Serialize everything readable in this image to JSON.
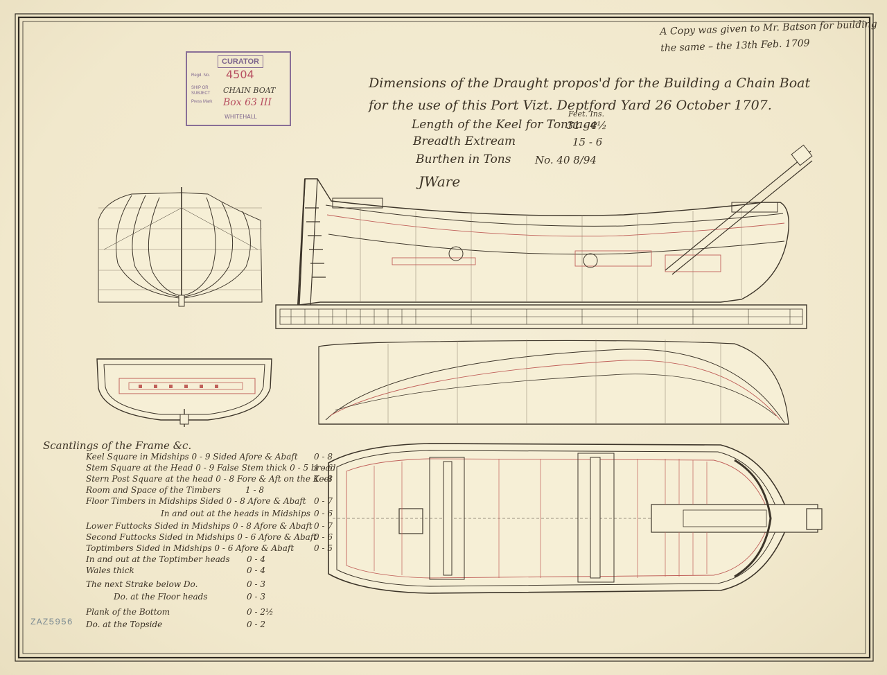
{
  "annotation": {
    "line1": "A Copy was given to Mr. Batson for building",
    "line2": "the same – the 13th Feb. 1709"
  },
  "stamp": {
    "title": "CURATOR",
    "label_regd": "Regd. No.",
    "label_ship": "SHIP OR",
    "label_subject": "SUBJECT",
    "label_press": "Press Mark",
    "regd_no": "4504",
    "subject": "CHAIN BOAT",
    "press_mark": "Box 63 III",
    "footer": "WHITEHALL"
  },
  "title": {
    "line1": "Dimensions of the Draught propos'd for the Building a Chain Boat",
    "line2": "for the use of this Port Vizt.   Deptford Yard 26 October 1707."
  },
  "dimensions": {
    "col_header": "Feet. Ins.",
    "rows": [
      {
        "label": "Length of the Keel for Tonnage",
        "value": "31 - 4½"
      },
      {
        "label": "Breadth Extream",
        "value": "15 - 6"
      },
      {
        "label": "Burthen in Tons",
        "value": "No. 40 8/94"
      }
    ],
    "signature": "JWare"
  },
  "scantlings": {
    "title": "Scantlings of the Frame &c.",
    "rows": [
      {
        "label": "Keel Square in Midships  0 - 9  Sided Afore & Abaft",
        "value": "0 - 8"
      },
      {
        "label": "Stem Square at the Head  0 - 9  False Stem thick 0 - 5 broad",
        "value": "1 - 6"
      },
      {
        "label": "Stern Post Square at the head  0 - 8  Fore & Aft on the Keel",
        "value": "1 - 8"
      },
      {
        "label": "Room and Space of the Timbers",
        "value": "1 - 8"
      },
      {
        "label": "Floor Timbers in Midships Sided 0 - 8  Afore & Abaft",
        "value": "0 - 7"
      },
      {
        "label": "In and out at the heads in Midships",
        "value": "0 - 6"
      },
      {
        "label": "Lower Futtocks Sided in Midships  0 - 8  Afore & Abaft",
        "value": "0 - 7"
      },
      {
        "label": "Second Futtocks Sided in Midships  0 - 6  Afore & Abaft",
        "value": "0 - 6"
      },
      {
        "label": "Toptimbers Sided in Midships  0 - 6  Afore & Abaft",
        "value": "0 - 5"
      },
      {
        "label": "In and out at the Toptimber heads",
        "value": "0 - 4"
      },
      {
        "label": "Wales thick",
        "value": "0 - 4"
      },
      {
        "label": "The next Strake below Do.",
        "value": "0 - 3"
      },
      {
        "label": "Do. at the Floor heads",
        "value": "0 - 3"
      },
      {
        "label": "Plank of the Bottom",
        "value": "0 - 2½"
      },
      {
        "label": "Do. at the Topside",
        "value": "0 - 2"
      }
    ]
  },
  "catalogue_no": "ZAZ5956",
  "colors": {
    "paper": "#f3ecd4",
    "ink": "#3c3326",
    "red_ink": "#c0605a",
    "stamp": "#7b5f90"
  }
}
